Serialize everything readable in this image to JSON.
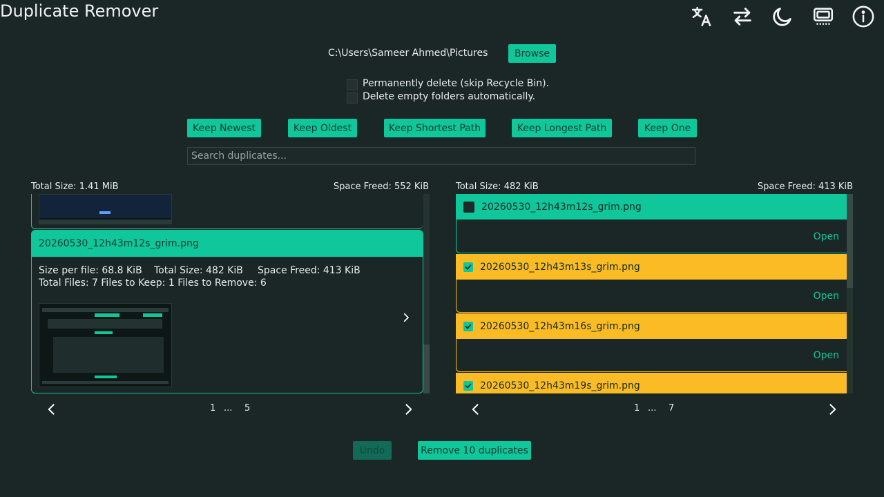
{
  "app": {
    "title": "Duplicate Remover"
  },
  "toolbar": {
    "icons": [
      "translate-icon",
      "swap-icon",
      "moon-icon",
      "monitor-icon",
      "info-icon"
    ]
  },
  "folder": {
    "path": "C:\\Users\\Sameer Ahmed\\Pictures",
    "browse_label": "Browse"
  },
  "options": {
    "permanent_delete": "Permanently delete (skip Recycle Bin).",
    "delete_empty": "Delete empty folders automatically."
  },
  "keep_buttons": {
    "newest": "Keep Newest",
    "oldest": "Keep Oldest",
    "shortest": "Keep Shortest Path",
    "longest": "Keep Longest Path",
    "one": "Keep One"
  },
  "search": {
    "placeholder": "Search duplicates..."
  },
  "left_panel": {
    "total_size": "Total Size: 1.41 MiB",
    "space_freed": "Space Freed: 552 KiB",
    "group": {
      "name": "20260530_12h43m12s_grim.png",
      "size_per_file": "Size per file: 68.8 KiB",
      "total_size": "Total Size: 482 KiB",
      "space_freed": "Space Freed: 413 KiB",
      "counts": "Total Files: 7 Files to Keep: 1 Files to Remove: 6"
    },
    "pager": {
      "first": "1",
      "ellipsis": "...",
      "last": "5"
    }
  },
  "right_panel": {
    "total_size": "Total Size: 482 KiB",
    "space_freed": "Space Freed: 413 KiB",
    "files": [
      {
        "name": "20260530_12h43m12s_grim.png",
        "checked": false,
        "open": "Open"
      },
      {
        "name": "20260530_12h43m13s_grim.png",
        "checked": true,
        "open": "Open"
      },
      {
        "name": "20260530_12h43m16s_grim.png",
        "checked": true,
        "open": "Open"
      },
      {
        "name": "20260530_12h43m19s_grim.png",
        "checked": true,
        "open": "Open"
      }
    ],
    "pager": {
      "first": "1",
      "ellipsis": "...",
      "last": "7"
    }
  },
  "actions": {
    "undo": "Undo",
    "remove": "Remove 10 duplicates"
  },
  "colors": {
    "accent": "#0fc79a",
    "remove_highlight": "#fbbb24",
    "background": "#1b2726"
  }
}
